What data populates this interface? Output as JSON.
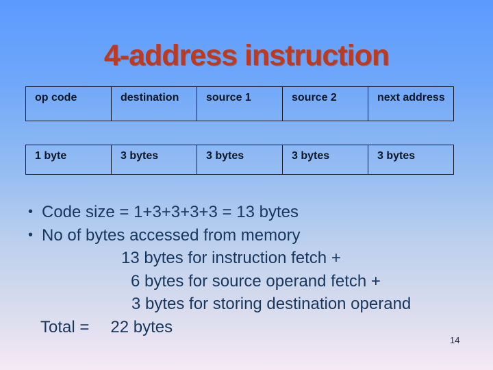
{
  "slide": {
    "title": "4-address instruction",
    "page_number": "14"
  },
  "table": {
    "header_cells": [
      "op code",
      "destination",
      "source 1",
      "source 2",
      "next address"
    ],
    "size_cells": [
      "1 byte",
      "3 bytes",
      "3 bytes",
      "3 bytes",
      "3 bytes"
    ]
  },
  "bullets": {
    "marker": "•",
    "line1": "Code size = 1+3+3+3+3 = 13 bytes",
    "line2": "No of bytes accessed from memory",
    "line3": "13 bytes for instruction fetch +",
    "line4": "6 bytes for source operand fetch +",
    "line5": "3 bytes for storing destination operand",
    "total_label": "Total =",
    "total_value": "22 bytes"
  },
  "colors": {
    "title": "#BE3A1F",
    "body_text": "#17375E",
    "table_text": "#0B1626",
    "bg_top": "#5B9AFE",
    "bg_bottom": "#F5E9F5"
  }
}
